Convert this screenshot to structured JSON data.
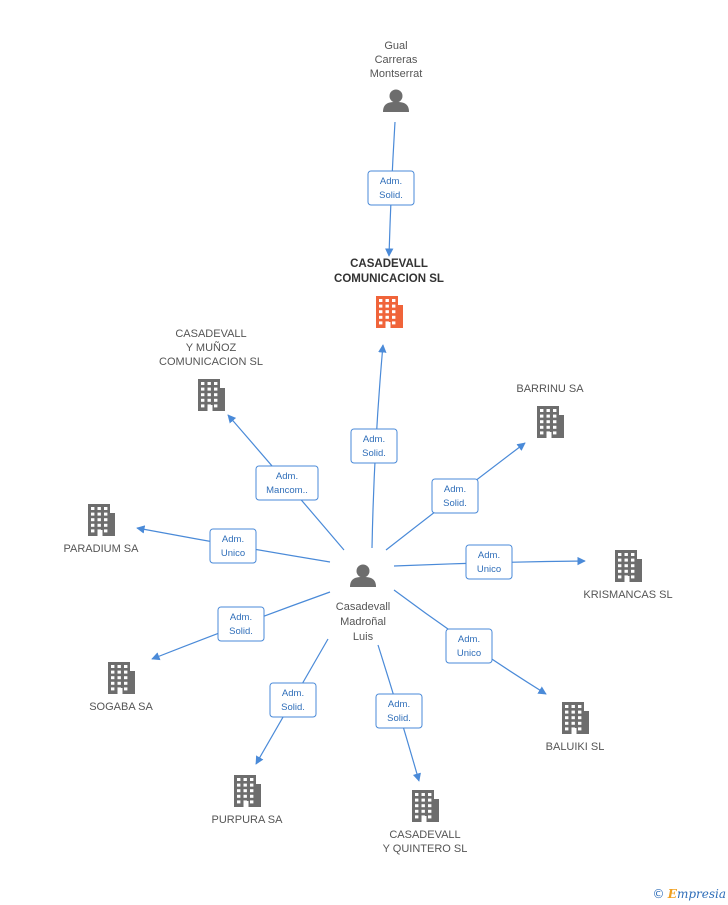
{
  "nodes": [
    {
      "id": "gual",
      "type": "person",
      "lines": [
        "Gual",
        "Carreras",
        "Montserrat"
      ]
    },
    {
      "id": "casadevall_com",
      "type": "company",
      "main": true,
      "lines": [
        "CASADEVALL",
        "COMUNICACION SL"
      ]
    },
    {
      "id": "casadevall_munoz",
      "type": "company",
      "lines": [
        "CASADEVALL",
        "Y MUÑOZ",
        "COMUNICACION SL"
      ]
    },
    {
      "id": "barrinu",
      "type": "company",
      "lines": [
        "BARRINU SA"
      ]
    },
    {
      "id": "paradium",
      "type": "company",
      "lines": [
        "PARADIUM SA"
      ]
    },
    {
      "id": "luis",
      "type": "person",
      "lines": [
        "Casadevall",
        "Madroñal",
        "Luis"
      ]
    },
    {
      "id": "krismancas",
      "type": "company",
      "lines": [
        "KRISMANCAS SL"
      ]
    },
    {
      "id": "sogaba",
      "type": "company",
      "lines": [
        "SOGABA SA"
      ]
    },
    {
      "id": "baluiki",
      "type": "company",
      "lines": [
        "BALUIKI SL"
      ]
    },
    {
      "id": "purpura",
      "type": "company",
      "lines": [
        "PURPURA SA"
      ]
    },
    {
      "id": "casadevall_quintero",
      "type": "company",
      "lines": [
        "CASADEVALL",
        "Y QUINTERO SL"
      ]
    }
  ],
  "edges": [
    {
      "from": "gual",
      "to": "casadevall_com",
      "label": [
        "Adm.",
        "Solid."
      ]
    },
    {
      "from": "luis",
      "to": "casadevall_com",
      "label": [
        "Adm.",
        "Solid."
      ]
    },
    {
      "from": "luis",
      "to": "casadevall_munoz",
      "label": [
        "Adm.",
        "Mancom.."
      ]
    },
    {
      "from": "luis",
      "to": "barrinu",
      "label": [
        "Adm.",
        "Solid."
      ]
    },
    {
      "from": "luis",
      "to": "paradium",
      "label": [
        "Adm.",
        "Unico"
      ]
    },
    {
      "from": "luis",
      "to": "krismancas",
      "label": [
        "Adm.",
        "Unico"
      ]
    },
    {
      "from": "luis",
      "to": "sogaba",
      "label": [
        "Adm.",
        "Solid."
      ]
    },
    {
      "from": "luis",
      "to": "baluiki",
      "label": [
        "Adm.",
        "Unico"
      ]
    },
    {
      "from": "luis",
      "to": "purpura",
      "label": [
        "Adm.",
        "Solid."
      ]
    },
    {
      "from": "luis",
      "to": "casadevall_quintero",
      "label": [
        "Adm.",
        "Solid."
      ]
    }
  ],
  "colors": {
    "edge": "#4a8ad8",
    "icon": "#6d6d6d",
    "main_icon": "#f0643a",
    "label_text": "#2f6eb9"
  },
  "footer": {
    "copyright": "©",
    "brand_first": "E",
    "brand_rest": "mpresia"
  }
}
